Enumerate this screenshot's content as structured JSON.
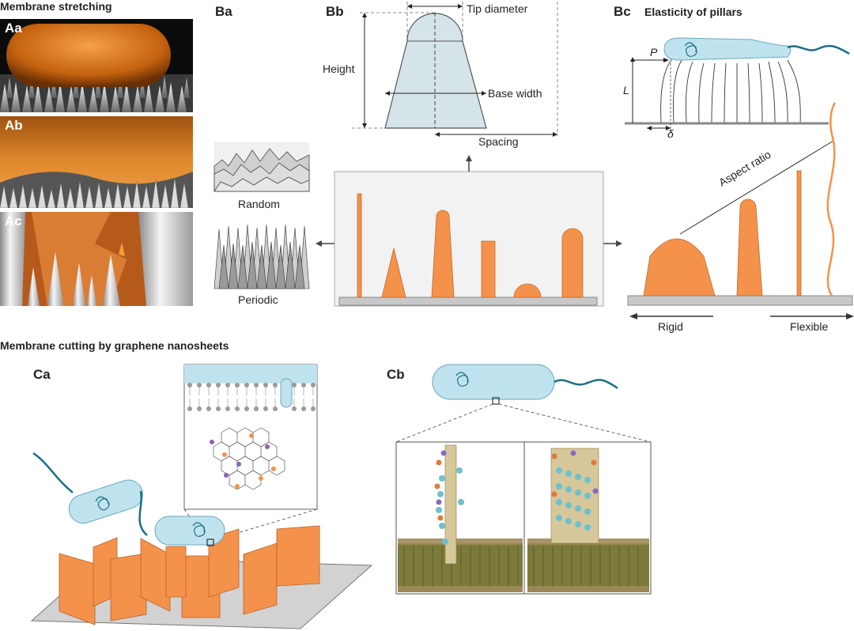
{
  "sections": {
    "membrane_stretching": "Membrane stretching",
    "membrane_cutting": "Membrane cutting by graphene nanosheets",
    "elasticity": "Elasticity of pillars"
  },
  "panels": {
    "aa": "Aa",
    "ab": "Ab",
    "ac": "Ac",
    "ba": "Ba",
    "bb": "Bb",
    "bc": "Bc",
    "ca": "Ca",
    "cb": "Cb"
  },
  "ba": {
    "random": "Random",
    "periodic": "Periodic"
  },
  "bb": {
    "tip_diameter": "Tip diameter",
    "height": "Height",
    "base_width": "Base width",
    "spacing": "Spacing"
  },
  "bc": {
    "p": "P",
    "l": "L",
    "delta": "δ",
    "aspect_ratio": "Aspect ratio",
    "rigid": "Rigid",
    "flexible": "Flexible"
  },
  "colors": {
    "orange": "#f4924b",
    "bacterium": "#bfe3ee",
    "flagellum": "#1a6f86",
    "substrate": "#c8c8c8",
    "panel_bg": "#f2f2f2"
  }
}
